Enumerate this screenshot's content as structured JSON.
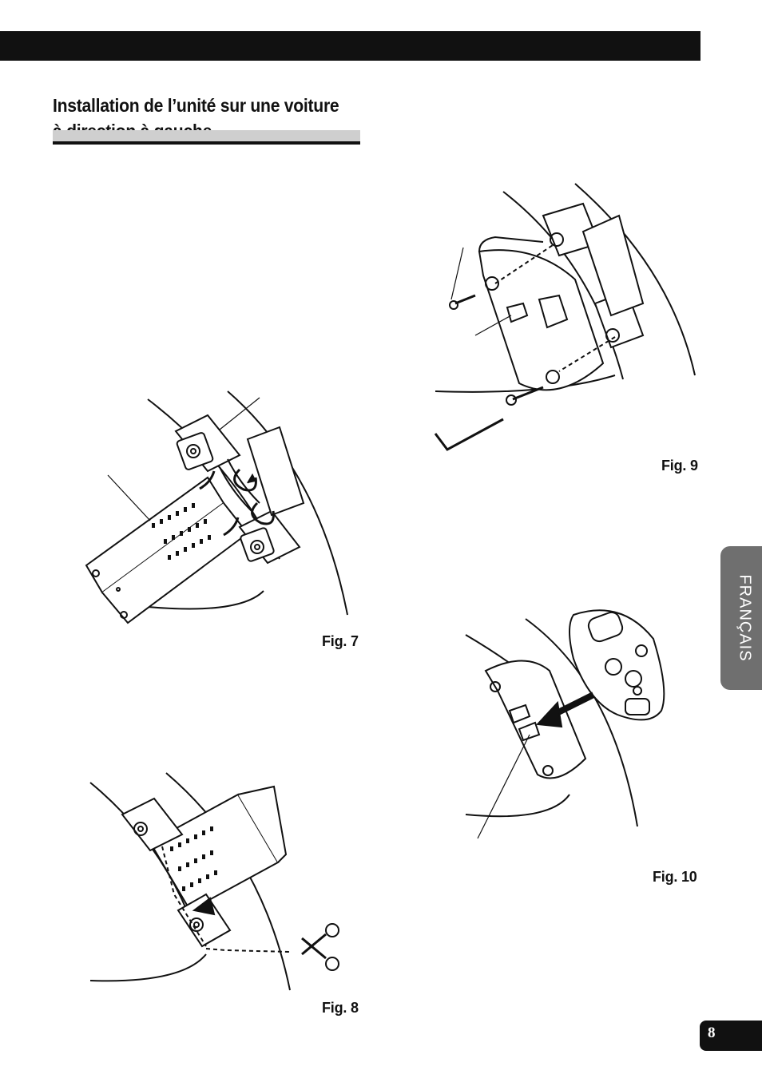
{
  "header": {
    "title": "Installation de l’unité sur une voiture à direction à gauche"
  },
  "figures": [
    {
      "caption": "Fig. 7"
    },
    {
      "caption": "Fig. 8"
    },
    {
      "caption": "Fig. 9"
    },
    {
      "caption": "Fig. 10"
    }
  ],
  "side_tab": {
    "language": "FRANÇAIS"
  },
  "footer": {
    "page_number": "8"
  }
}
